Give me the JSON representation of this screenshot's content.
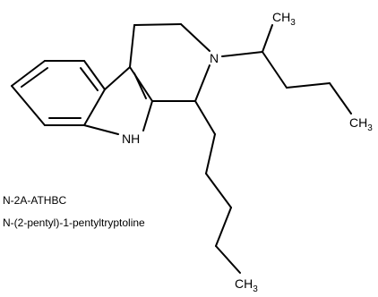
{
  "atom_labels": {
    "nitrogen": "N",
    "nh": "NH",
    "methyl_top": "CH",
    "methyl_top_sub": "3",
    "methyl_right": "CH",
    "methyl_right_sub": "3",
    "methyl_bottom": "CH",
    "methyl_bottom_sub": "3"
  },
  "captions": {
    "abbreviation": "N-2A-ATHBC",
    "name": "N-(2-pentyl)-1-pentyltryptoline"
  }
}
